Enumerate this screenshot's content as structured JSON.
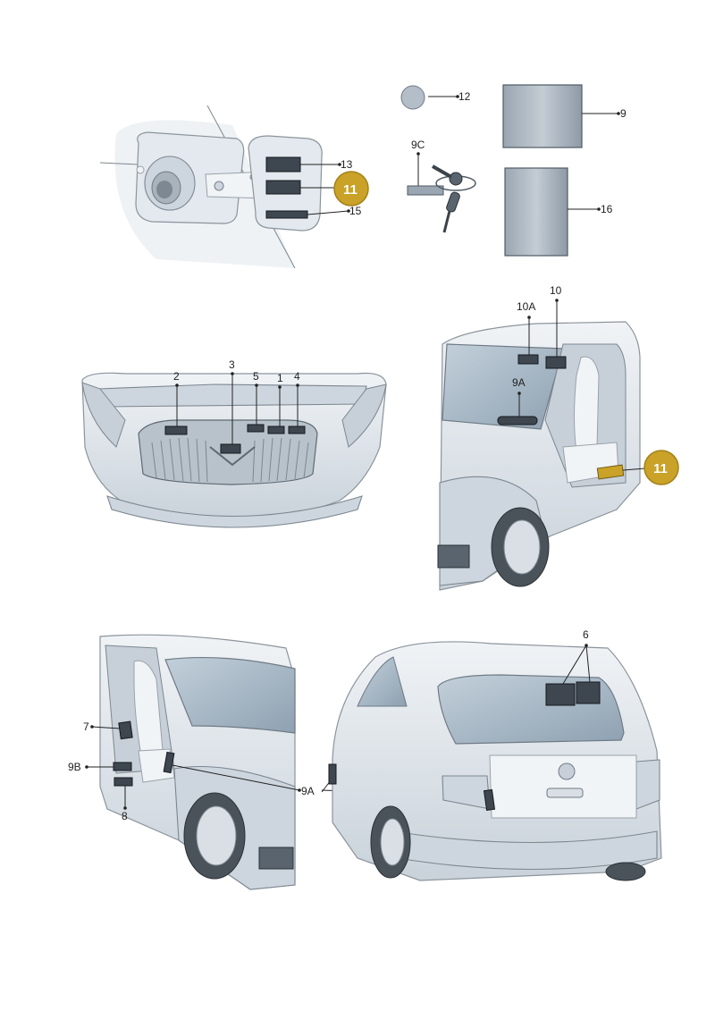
{
  "labels": {
    "p11_top": "11",
    "p13": "13",
    "p15": "15",
    "p12": "12",
    "p9": "9",
    "p9c": "9C",
    "p16": "16",
    "p2": "2",
    "p3": "3",
    "p5": "5",
    "p1": "1",
    "p4": "4",
    "p10a": "10A",
    "p10": "10",
    "p9a_ws": "9A",
    "p11_door": "11",
    "p6": "6",
    "p7": "7",
    "p9b": "9B",
    "p8": "8",
    "p9a_bottom": "9A"
  },
  "colors": {
    "badge": "#c9a227",
    "sticker": "#3e4650",
    "highlight_sticker": "#c9a227"
  }
}
